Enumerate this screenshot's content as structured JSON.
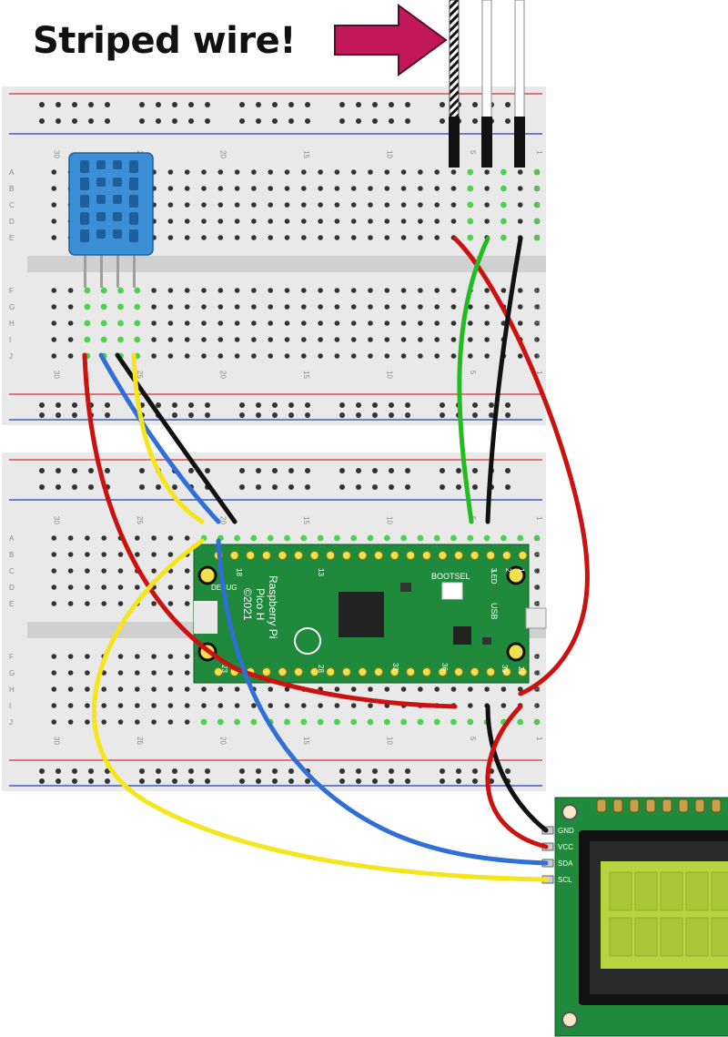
{
  "annotation": {
    "text": "Striped wire!",
    "arrow_color": "#c2185b"
  },
  "breadboard": {
    "column_numbers": [
      "30",
      "25",
      "20",
      "15",
      "10",
      "5",
      "1"
    ],
    "row_letters_top": [
      "A",
      "B",
      "C",
      "D",
      "E"
    ],
    "row_letters_bottom": [
      "F",
      "G",
      "H",
      "I",
      "J"
    ],
    "rail_colors": {
      "positive": "#d32f2f",
      "negative": "#1a3fb8"
    }
  },
  "pico": {
    "name_line1": "Raspberry Pi",
    "name_line2": "Pico H",
    "year": "©2021",
    "bootsel_label": "BOOTSEL",
    "led_label": "LED",
    "usb_label": "USB",
    "debug_label": "DEBUG",
    "pin_labels": [
      "1",
      "2",
      "3",
      "13",
      "18",
      "21",
      "23",
      "28",
      "33",
      "36",
      "39"
    ]
  },
  "sensor": {
    "name": "temperature-humidity-sensor"
  },
  "lcd": {
    "pins": [
      "GND",
      "VCC",
      "SDA",
      "SCL"
    ]
  },
  "wire_colors": {
    "red": "#cc1111",
    "black": "#111111",
    "green": "#22bb22",
    "blue": "#2f6fd6",
    "yellow": "#f5e51a"
  }
}
